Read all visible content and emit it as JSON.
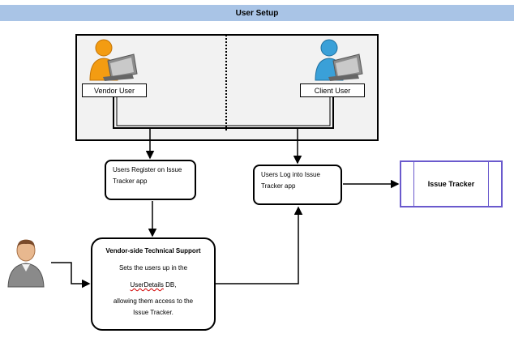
{
  "title": "User Setup",
  "users": {
    "vendor_label": "Vendor User",
    "client_label": "Client User",
    "vendor_icon": "user-laptop-icon",
    "client_icon": "user-laptop-icon"
  },
  "boxes": {
    "register_line1": "Users Register on Issue",
    "register_line2": "Tracker app",
    "login_line1": "Users Log into Issue",
    "login_line2": "Tracker app",
    "support_title": "Vendor-side Technical Support",
    "support_line1": "Sets the users up in the",
    "support_db": "UserDetails",
    "support_db_suffix": " DB,",
    "support_line3": "allowing them access to the",
    "support_line4": "Issue Tracker.",
    "tracker_label": "Issue Tracker"
  },
  "admin_icon": "person-icon",
  "colors": {
    "title_bar": "#a9c4e6",
    "vendor_user": "#f39c12",
    "client_user": "#3aa0d8",
    "tracker_border": "#6a5acd"
  }
}
